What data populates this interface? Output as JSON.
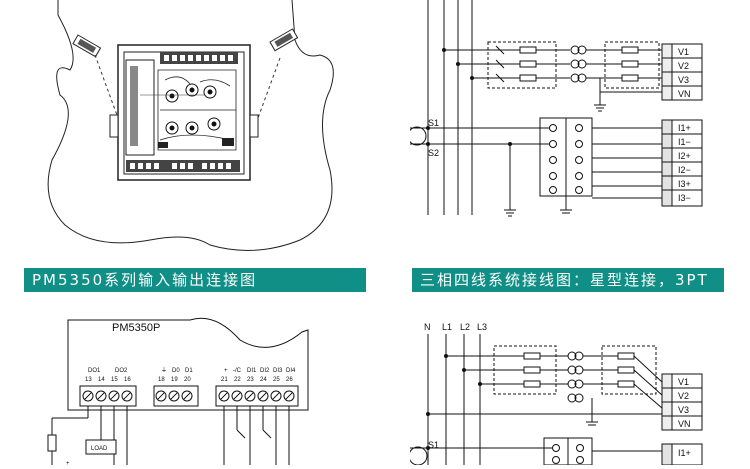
{
  "banners": {
    "left": "PM5350系列输入输出连接图",
    "right": "三相四线系统接线图：星型连接，3PT"
  },
  "top_right": {
    "voltage_terminals": [
      "V1",
      "V2",
      "V3",
      "VN"
    ],
    "current_terminals": [
      "I1+",
      "I1−",
      "I2+",
      "I2−",
      "I3+",
      "I3−"
    ],
    "ct_labels": [
      "S1",
      "S2"
    ]
  },
  "bottom_left": {
    "device_title": "PM5350P",
    "group1_labels": [
      "DO1",
      "DO2"
    ],
    "group1_numbers": [
      "13",
      "14",
      "15",
      "16"
    ],
    "group2_labels": [
      "D0",
      "D1"
    ],
    "group2_numbers": [
      "18",
      "19",
      "20"
    ],
    "group3_labels": [
      "+",
      "-/C",
      "DI1",
      "DI2",
      "DI3",
      "DI4"
    ],
    "group3_numbers": [
      "21",
      "22",
      "23",
      "24",
      "25",
      "26"
    ],
    "load_label": "LOAD",
    "plus_sign": "+"
  },
  "bottom_right": {
    "line_labels": [
      "N",
      "L1",
      "L2",
      "L3"
    ],
    "voltage_terminals": [
      "V1",
      "V2",
      "V3",
      "VN"
    ],
    "current_terminals": [
      "I1+"
    ],
    "ct_label": "S1"
  }
}
